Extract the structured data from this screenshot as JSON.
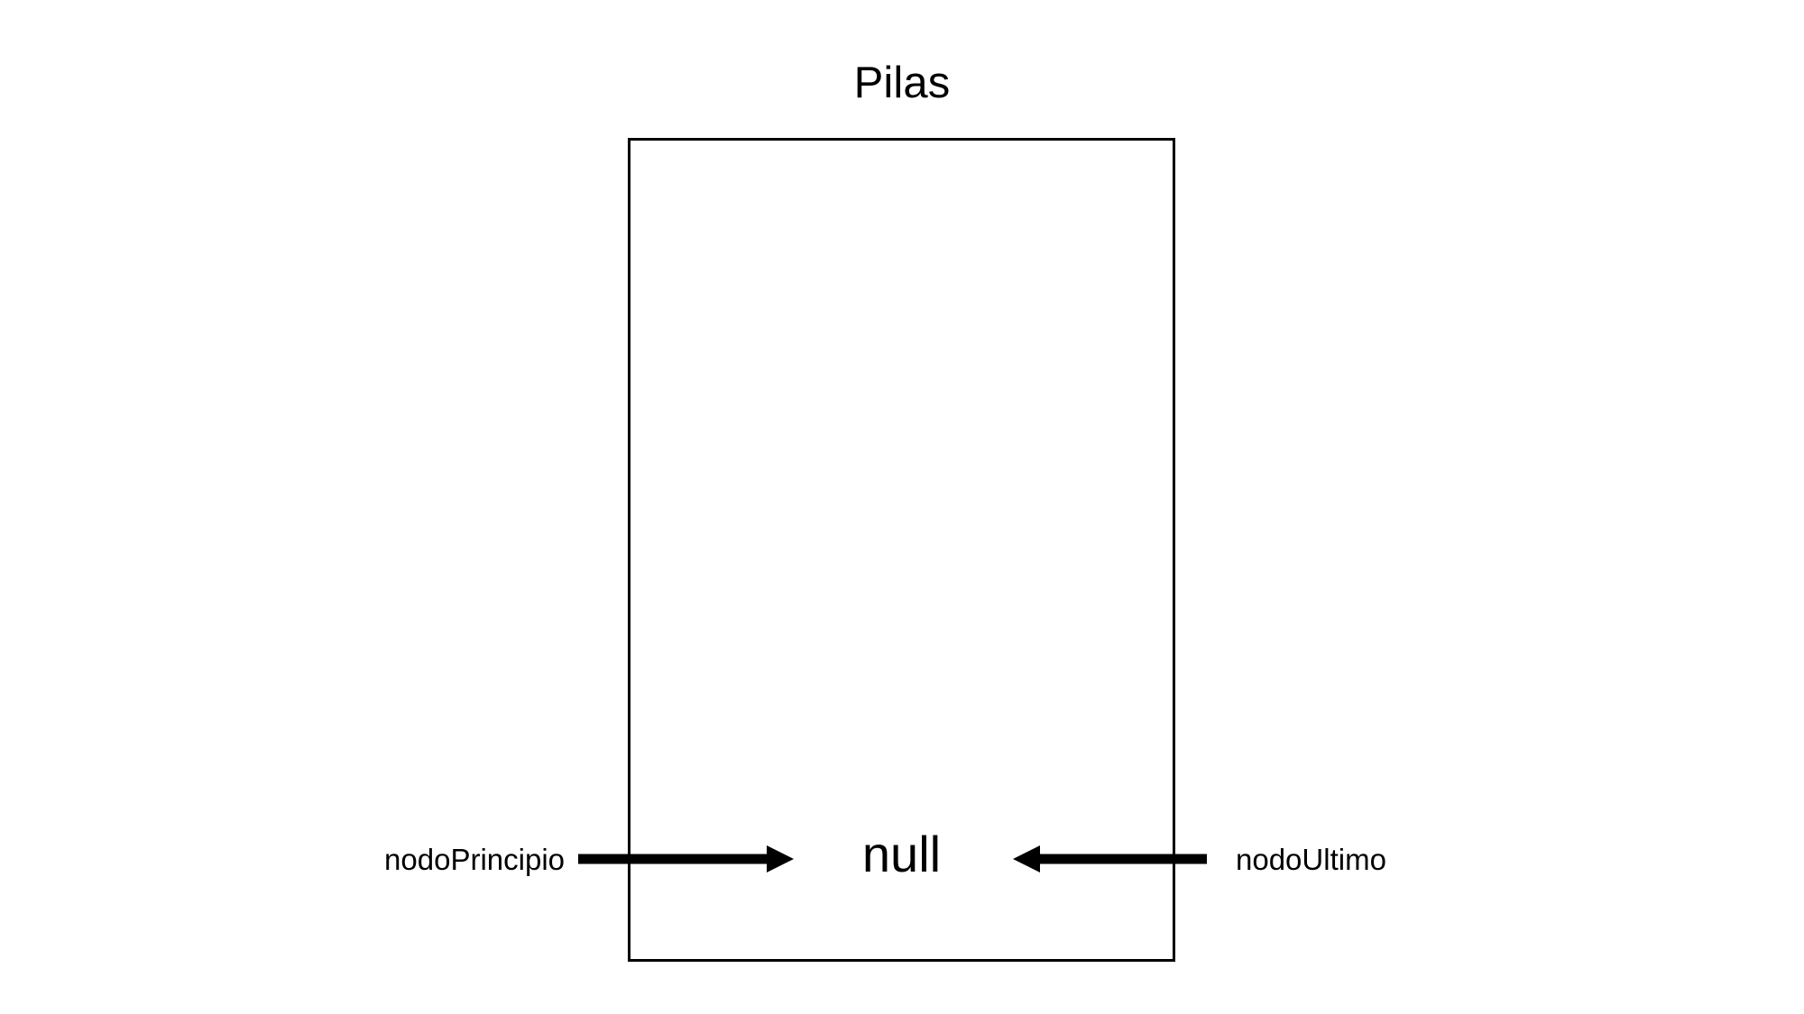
{
  "diagram": {
    "title": "Pilas",
    "type": "stack-data-structure",
    "container": {
      "name": "stack-container",
      "empty_value": "null",
      "border_color": "#000000",
      "fill_color": "#ffffff"
    },
    "pointers": [
      {
        "id": "nodo-principio",
        "label": "nodoPrincipio",
        "side": "left",
        "direction": "right",
        "target": "null",
        "color": "#000000"
      },
      {
        "id": "nodo-ultimo",
        "label": "nodoUltimo",
        "side": "right",
        "direction": "left",
        "target": "null",
        "color": "#000000"
      }
    ],
    "background_color": "#ffffff",
    "text_color": "#000000"
  }
}
